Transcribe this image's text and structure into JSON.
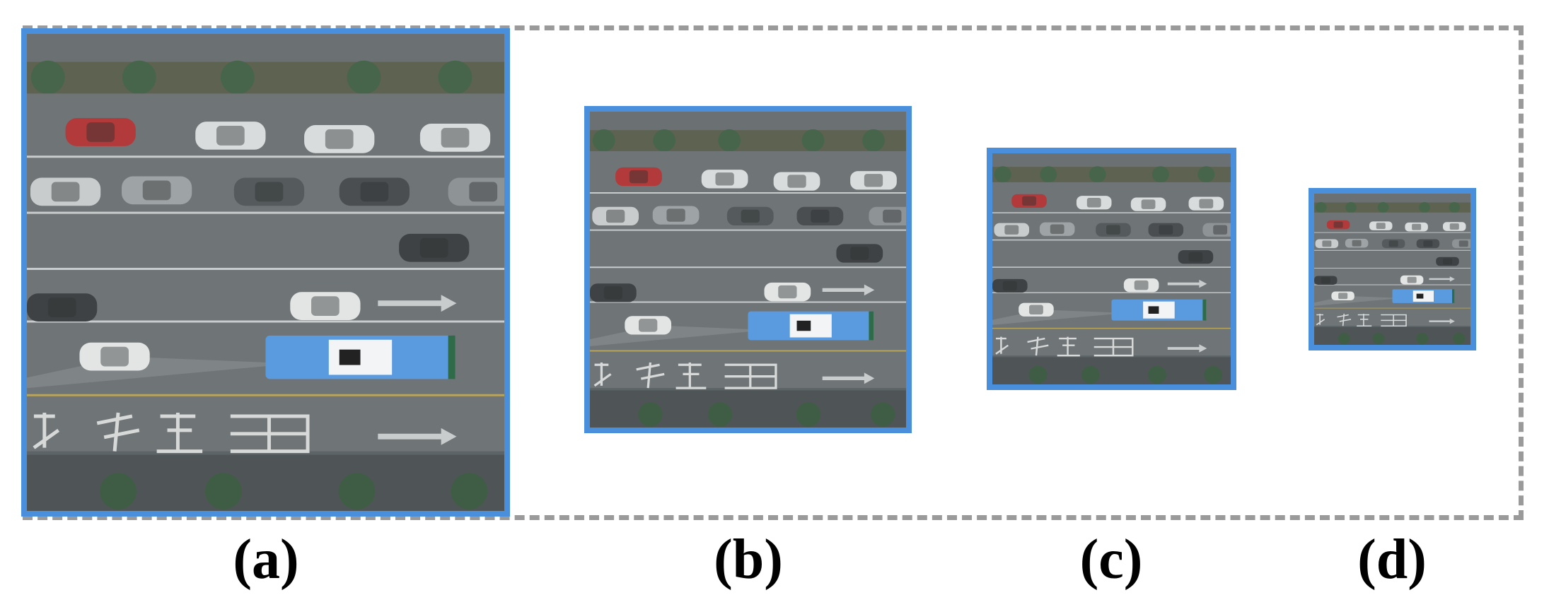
{
  "figure": {
    "captions": [
      "(a)",
      "(b)",
      "(c)",
      "(d)"
    ],
    "colors": {
      "panel_border": "#4a8fdc",
      "dashed_frame": "#9a9a9a"
    }
  }
}
